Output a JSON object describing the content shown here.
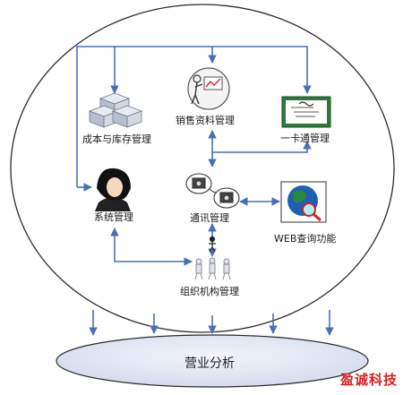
{
  "nodes": {
    "cost_inventory": "成本与库存管理",
    "sales_data": "销售资料管理",
    "one_card": "一卡通管理",
    "system": "系统管理",
    "communication": "通讯管理",
    "web_query": "WEB查询功能",
    "organization": "组织机构管理"
  },
  "bottom": {
    "business_analysis": "营业分析"
  },
  "brand": {
    "name": "盈诚科技"
  },
  "colors": {
    "arrow": "#4a6fb5",
    "outline": "#2b2b2b",
    "ellipse_fill": "#dde3f2",
    "brand": "#d92020"
  }
}
